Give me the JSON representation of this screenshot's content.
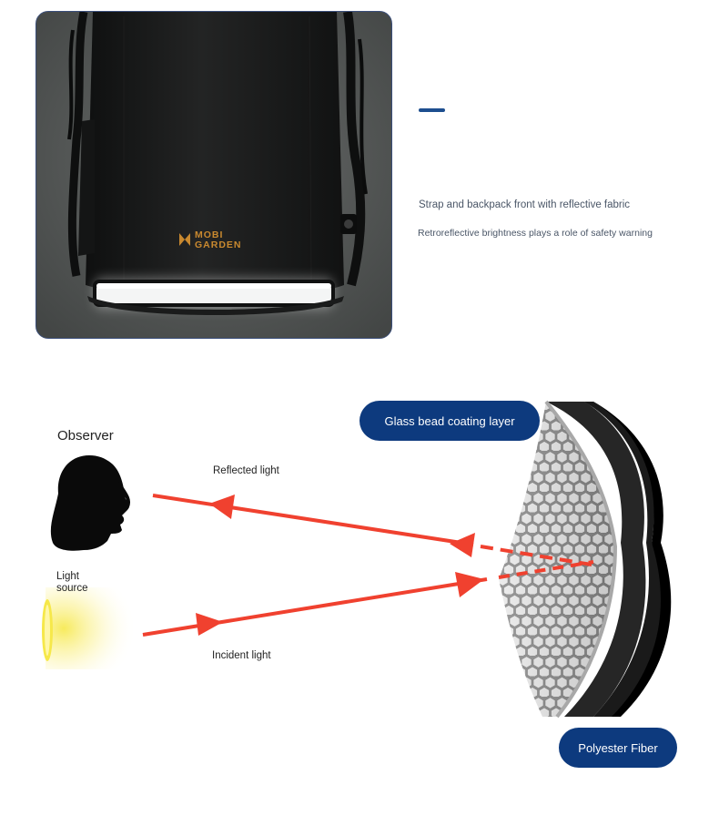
{
  "product_photo": {
    "brand_line1": "MOBI",
    "brand_line2": "GARDEN",
    "brand_color": "#c9892f",
    "border_color": "#3a4e7a"
  },
  "feature": {
    "accent_color": "#1d4e8f",
    "title": "Strap and backpack front with reflective fabric",
    "subtitle": "Retroreflective brightness plays a role of safety warning"
  },
  "diagram": {
    "observer_label": "Observer",
    "light_source_label": "Light source",
    "reflected_label": "Reflected light",
    "incident_label": "Incident light",
    "glass_layer_label": "Glass bead coating layer",
    "polyester_label": "Polyester Fiber",
    "icons": [
      "observer-head-icon",
      "light-source-icon",
      "arrow-icon"
    ],
    "colors": {
      "ray": "#f0412f",
      "pill": "#0d3a7e",
      "light": "#f6e84a",
      "fabric_dark": "#1a1a1a",
      "glass": "#b8b8b8"
    }
  }
}
